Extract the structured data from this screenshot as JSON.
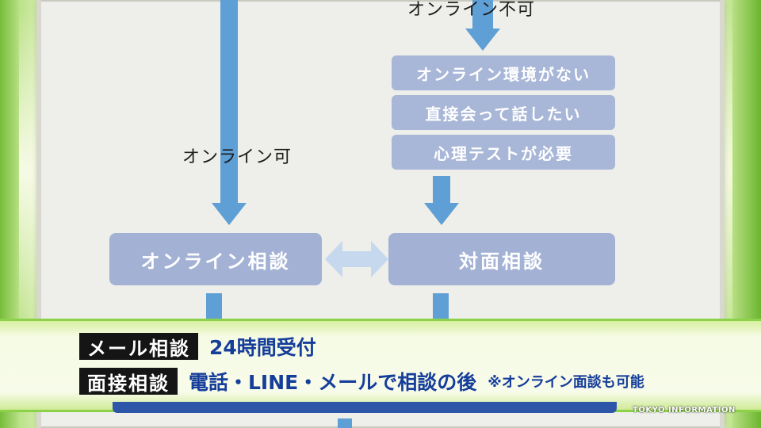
{
  "flowchart": {
    "label_offline": "オンライン不可",
    "label_online": "オンライン可",
    "reasons": [
      "オンライン環境がない",
      "直接会って話したい",
      "心理テストが必要"
    ],
    "online_consult": "オンライン相談",
    "face_consult": "対面相談"
  },
  "caption": {
    "row1": {
      "tag": "メール相談",
      "text": "24時間受付"
    },
    "row2": {
      "tag": "面接相談",
      "text": "電話・LINE・メールで相談の後",
      "note": "※オンライン面談も可能"
    }
  },
  "network_bug": "TOKYO INFORMATION",
  "colors": {
    "arrow": "#5e9fd5",
    "box": "#a3b2d4",
    "caption_text": "#153d9a",
    "band_border": "#8bd24a"
  }
}
